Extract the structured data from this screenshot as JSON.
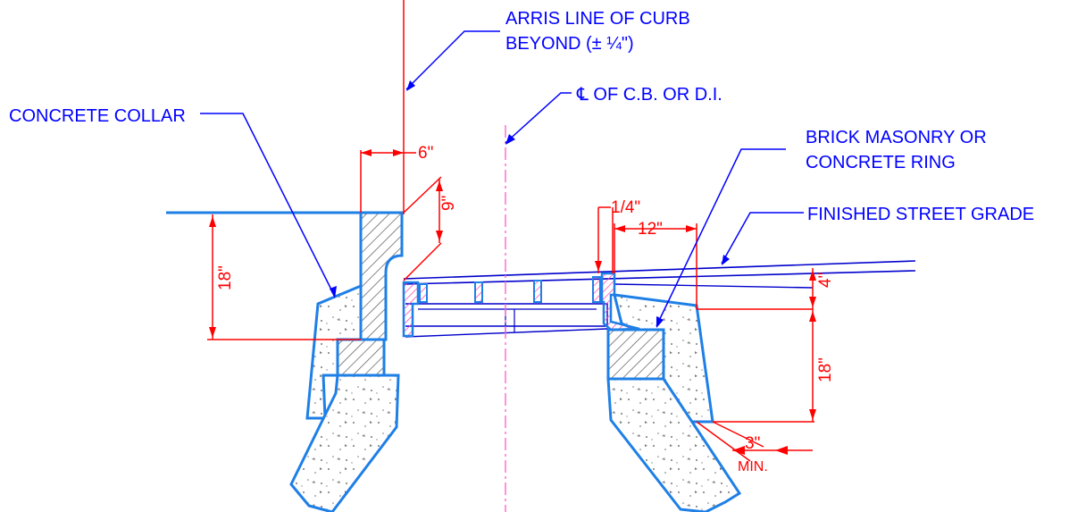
{
  "callouts": {
    "arris_line_1": "ARRIS LINE OF CURB",
    "arris_line_2": "BEYOND (± ¼\")",
    "centerline": "℄ OF C.B. OR D.I.",
    "concrete_collar": "CONCRETE COLLAR",
    "brick_1": "BRICK MASONRY OR",
    "brick_2": "CONCRETE RING",
    "finished_grade": "FINISHED STREET GRADE"
  },
  "dimensions": {
    "curb_offset": "6\"",
    "curb_drop": "9\"",
    "collar_depth_left": "18\"",
    "frame_gap": "1/4\"",
    "ring_width": "12\"",
    "slope_drop": "4\"",
    "collar_depth_right": "18\"",
    "min_offset": "3\"",
    "min_label": "MIN."
  },
  "colors": {
    "callout_line": "#0000ff",
    "dimension": "#ff0000",
    "structure": "#1e7fe6",
    "hatch_frame": "#ff4fbf",
    "centerline": "#ff66cc"
  }
}
